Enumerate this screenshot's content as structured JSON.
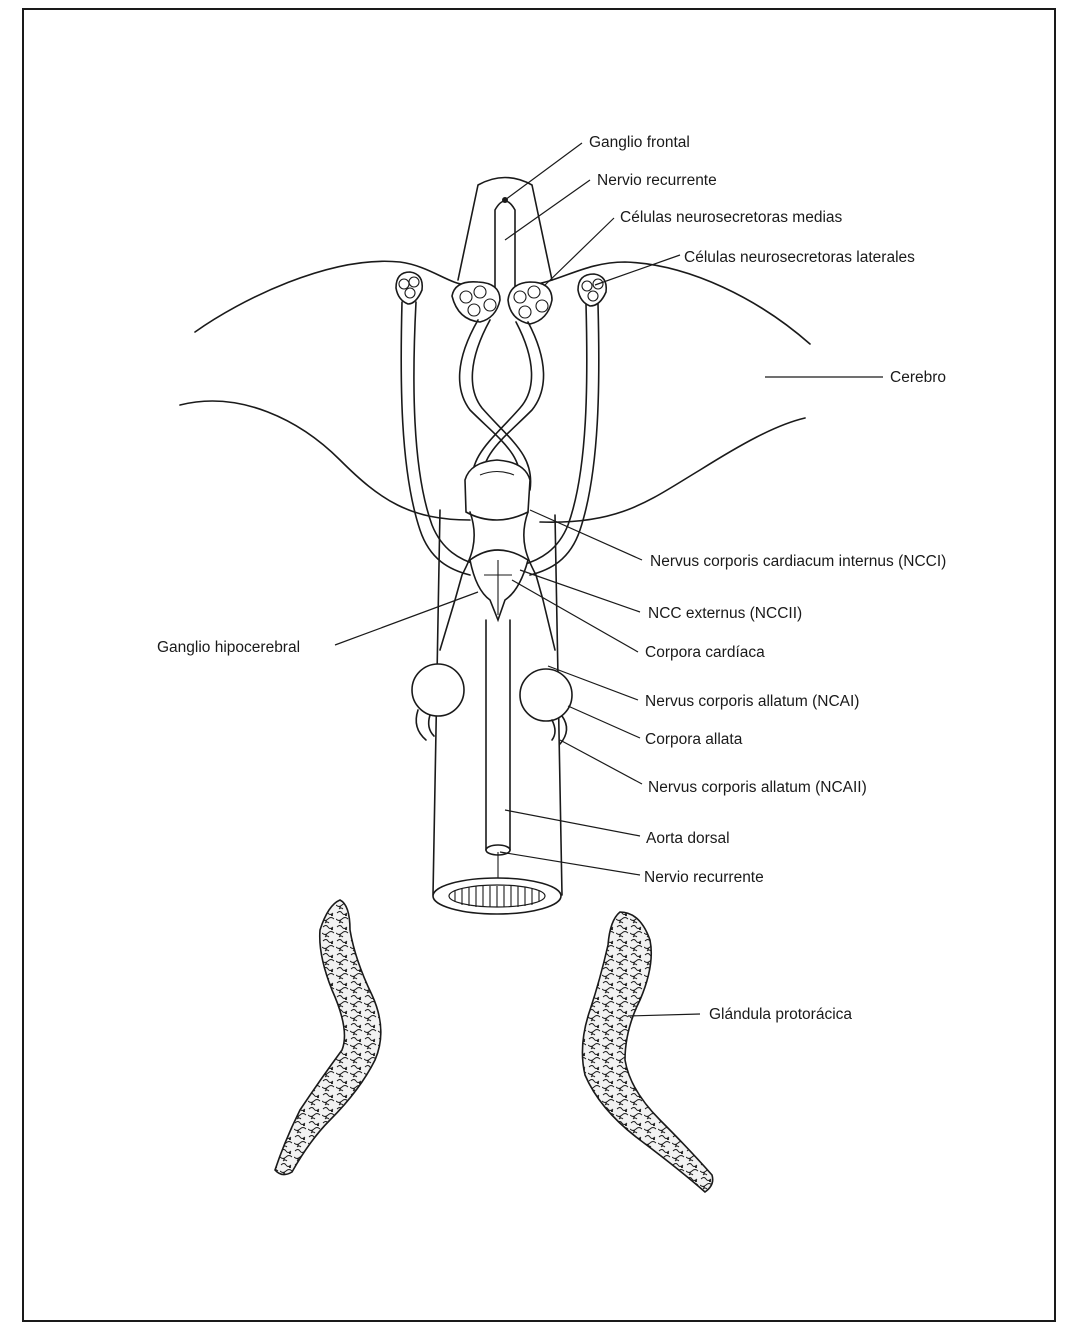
{
  "labels": {
    "ganglio_frontal": "Ganglio frontal",
    "nervio_recurrente_top": "Nervio recurrente",
    "celulas_medias": "Células neurosecretoras medias",
    "celulas_laterales": "Células neurosecretoras laterales",
    "cerebro": "Cerebro",
    "ncci": "Nervus corporis cardiacum internus (NCCI)",
    "nccii": "NCC externus (NCCII)",
    "ganglio_hipocerebral": "Ganglio hipocerebral",
    "corpora_cardiaca": "Corpora cardíaca",
    "ncai": "Nervus corporis allatum (NCAI)",
    "corpora_allata": "Corpora allata",
    "ncaii": "Nervus corporis allatum (NCAII)",
    "aorta_dorsal": "Aorta dorsal",
    "nervio_recurrente_bottom": "Nervio recurrente",
    "glandula": "Glándula protorácica"
  }
}
